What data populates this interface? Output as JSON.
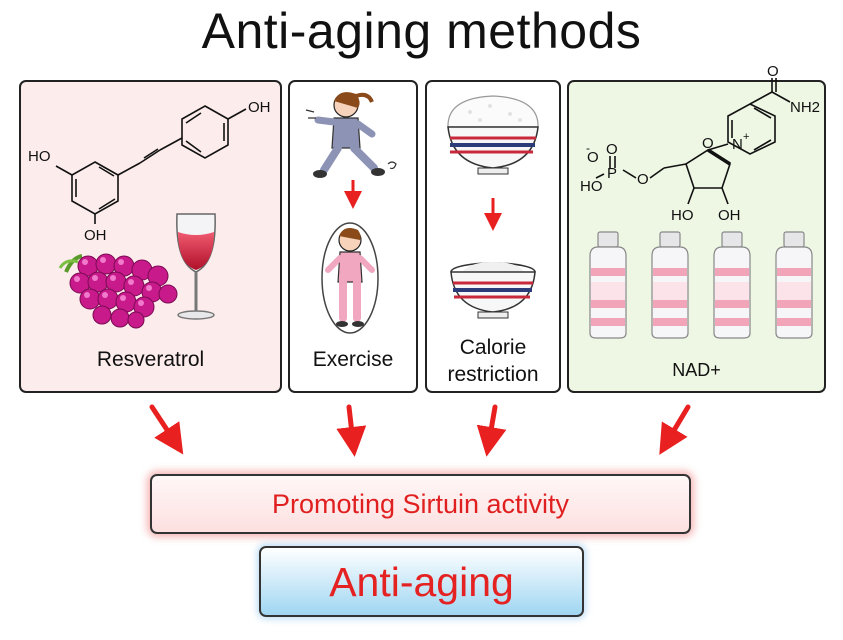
{
  "title": "Anti-aging methods",
  "panels": {
    "resveratrol": {
      "label": "Resveratrol",
      "chem": {
        "oh_top": "OH",
        "ho_left": "HO",
        "oh_bottom": "OH"
      }
    },
    "exercise": {
      "label": "Exercise"
    },
    "calorie": {
      "label_line1": "Calorie",
      "label_line2": "restriction"
    },
    "nad": {
      "label": "NAD+",
      "chem": {
        "amide": "O",
        "nh2": "NH2",
        "n_plus": "N",
        "plus": "+",
        "o_minus": "O",
        "minus": "-",
        "p": "P",
        "p_o": "O",
        "ho_p": "HO",
        "o_link": "O",
        "o_ring": "O",
        "ho1": "HO",
        "oh2": "OH"
      }
    }
  },
  "outcome": {
    "sirtuin": "Promoting Sirtuin activity",
    "result": "Anti-aging"
  },
  "colors": {
    "arrow": "#e82020",
    "resveratrol_bg": "#fcecec",
    "nad_bg": "#eef6e4",
    "grape": "#c81a8a",
    "wine": "#d42040"
  }
}
